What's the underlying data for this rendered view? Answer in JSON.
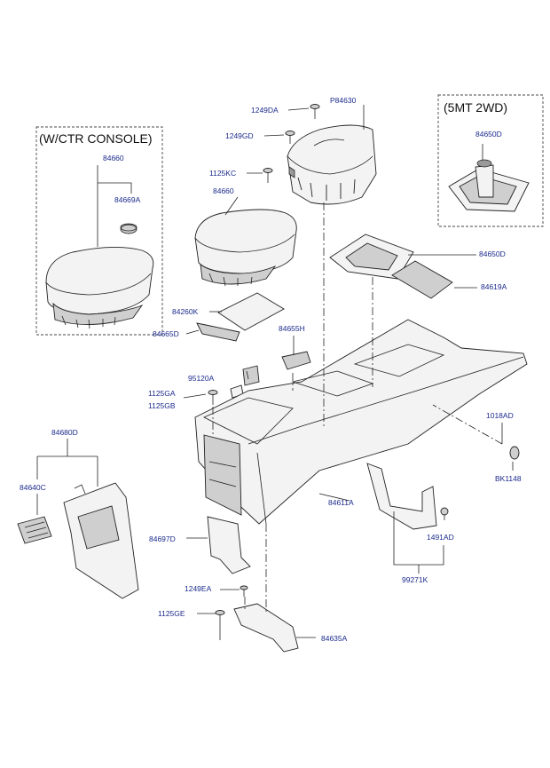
{
  "headers": {
    "ctr_console": "(W/CTR CONSOLE)",
    "mt_2wd": "(5MT 2WD)"
  },
  "labels": {
    "p84630": "P84630",
    "c1249da": "1249DA",
    "c1249gd": "1249GD",
    "c1125kc": "1125KC",
    "c84660_box": "84660",
    "c84669a": "84669A",
    "c84660": "84660",
    "c84650d_box": "84650D",
    "c84650d": "84650D",
    "c84619a": "84619A",
    "c84260k": "84260K",
    "c84665d": "84665D",
    "c84655h": "84655H",
    "c95120a": "95120A",
    "c1125ga": "1125GA",
    "c1125gb": "1125GB",
    "c1018ad": "1018AD",
    "bk1148": "BK1148",
    "c84680d": "84680D",
    "c84640c": "84640C",
    "c84611a": "84611A",
    "c84697d": "84697D",
    "c1491ad": "1491AD",
    "c99271k": "99271K",
    "c1249ea": "1249EA",
    "c1125ge": "1125GE",
    "c84635a": "84635A"
  }
}
